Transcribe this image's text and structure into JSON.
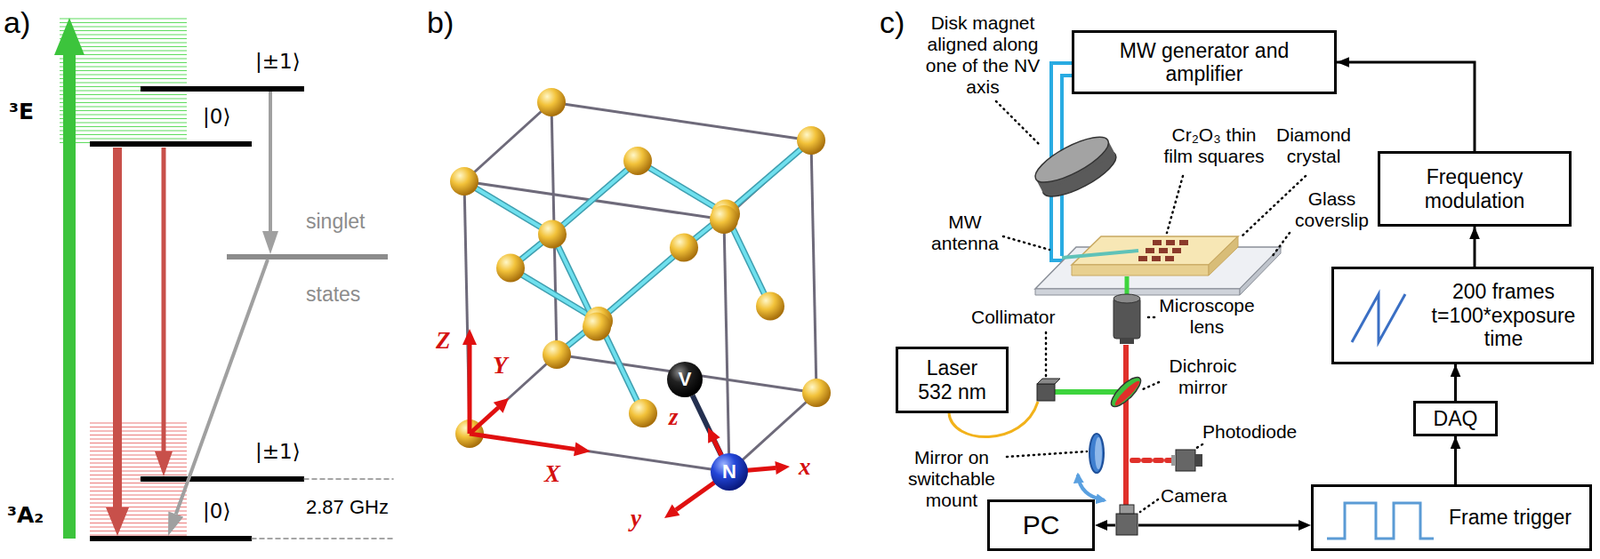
{
  "diagram": {
    "nodes": [
      {
        "text": [
          "V"
        ]
      },
      {
        "text": [
          "N"
        ]
      },
      {
        "text": [
          "MW generator and amplifier"
        ]
      },
      {
        "text": [
          "Frequency modulation"
        ]
      },
      {
        "text": [
          "Laser 532 nm"
        ]
      },
      {
        "text": [
          "200 frames t=100*exposure time"
        ]
      },
      {
        "text": [
          "DAQ"
        ]
      },
      {
        "text": [
          "PC"
        ]
      },
      {
        "text": [
          "Frame trigger"
        ]
      }
    ],
    "edges": [
      {
        "from": 1,
        "to": 0,
        "arrow": "none"
      },
      {
        "from": 3,
        "to": 2,
        "arrow": "to"
      },
      {
        "from": 5,
        "to": 3,
        "arrow": "to"
      },
      {
        "from": 6,
        "to": 5,
        "arrow": "to"
      },
      {
        "from": 8,
        "to": 6,
        "arrow": "to"
      }
    ],
    "labels": [
      "a)",
      "³E",
      "|±1⟩",
      "|0⟩",
      "singlet",
      "states",
      "³A₂",
      "|±1⟩",
      "|0⟩",
      "2.87 GHz",
      "b)",
      "Z",
      "Y",
      "X",
      "z",
      "y",
      "x",
      "c)",
      "Disk magnet aligned along one of the NV axis",
      "Cr₂O₃ thin film squares",
      "Diamond crystal",
      "Glass coverslip",
      "MW antenna",
      "Microscope lens",
      "Collimator",
      "Dichroic mirror",
      "Photodiode",
      "Mirror on switchable mount",
      "Camera"
    ]
  }
}
